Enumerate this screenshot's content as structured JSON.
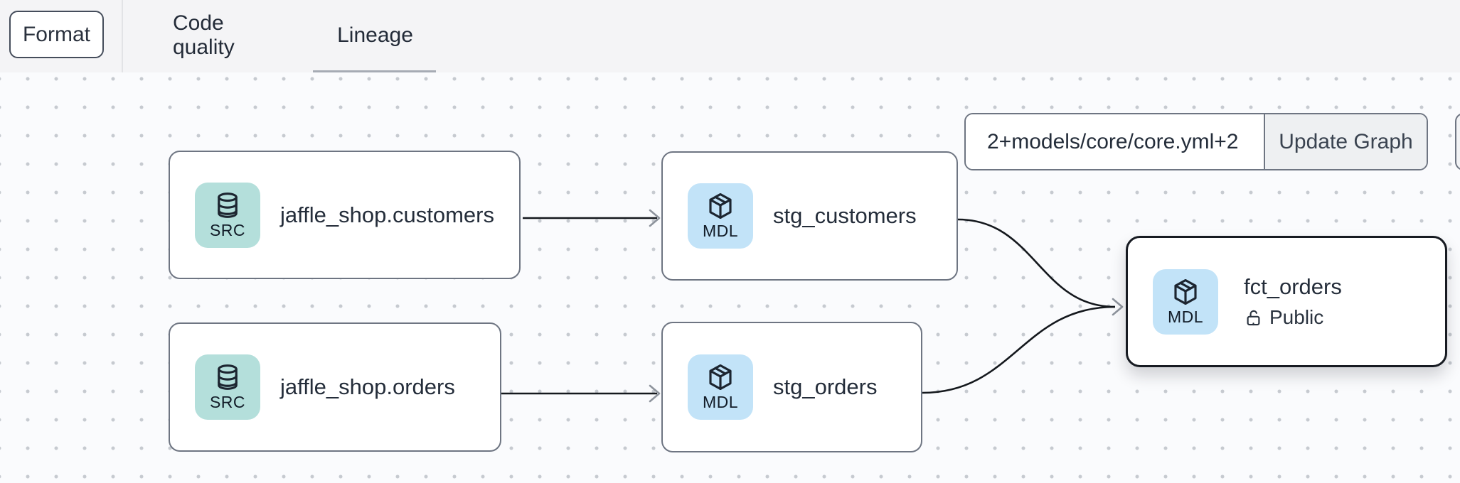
{
  "header": {
    "format_button": "Format",
    "tabs": [
      {
        "label": "Code quality",
        "active": false
      },
      {
        "label": "Lineage",
        "active": true
      }
    ]
  },
  "toolbar": {
    "selector_value": "2+models/core/core.yml+2",
    "update_button": "Update Graph"
  },
  "graph": {
    "nodes": [
      {
        "id": "jaffle_shop.customers",
        "label": "jaffle_shop.customers",
        "badge": "SRC",
        "type": "source",
        "icon": "database-icon",
        "selected": false
      },
      {
        "id": "stg_customers",
        "label": "stg_customers",
        "badge": "MDL",
        "type": "model",
        "icon": "cube-icon",
        "selected": false
      },
      {
        "id": "jaffle_shop.orders",
        "label": "jaffle_shop.orders",
        "badge": "SRC",
        "type": "source",
        "icon": "database-icon",
        "selected": false
      },
      {
        "id": "stg_orders",
        "label": "stg_orders",
        "badge": "MDL",
        "type": "model",
        "icon": "cube-icon",
        "selected": false
      },
      {
        "id": "fct_orders",
        "label": "fct_orders",
        "badge": "MDL",
        "type": "model",
        "icon": "cube-icon",
        "selected": true,
        "access": "Public",
        "access_icon": "unlock-icon"
      }
    ],
    "edges": [
      {
        "from": "jaffle_shop.customers",
        "to": "stg_customers"
      },
      {
        "from": "jaffle_shop.orders",
        "to": "stg_orders"
      },
      {
        "from": "stg_customers",
        "to": "fct_orders"
      },
      {
        "from": "stg_orders",
        "to": "fct_orders"
      }
    ]
  },
  "colors": {
    "header_bg": "#f4f4f6",
    "canvas_bg": "#fafbfd",
    "canvas_dot": "#c6cad0",
    "node_border": "#6e7582",
    "selected_node_border": "#171b22",
    "source_badge_bg": "#b4dfdb",
    "model_badge_bg": "#c2e3f8",
    "edge": "#14181d",
    "arrowhead": "#8e949d",
    "tab_underline": "#a6abb4",
    "button_bg": "#eef0f2",
    "text": "#242d3a"
  }
}
